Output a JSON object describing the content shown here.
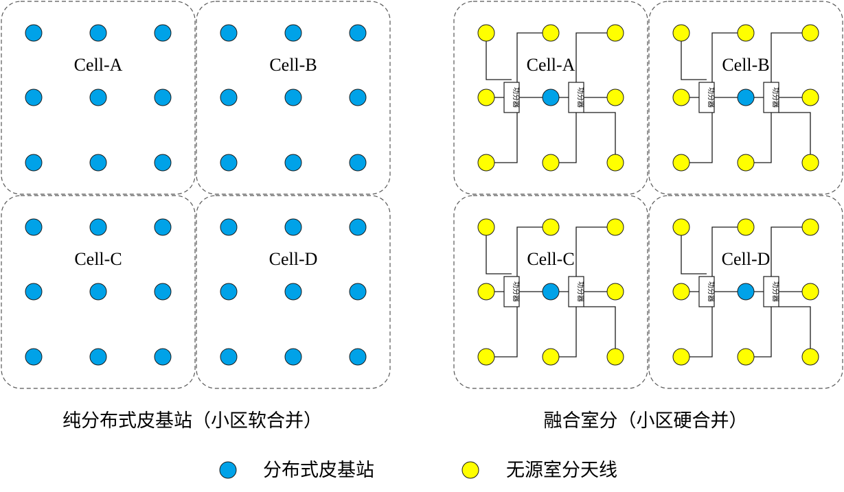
{
  "colors": {
    "base_station": "#00a2e8",
    "passive_antenna": "#ffff00",
    "outline": "#1a1a1a",
    "cell_border": "#555555"
  },
  "left_panel": {
    "caption": "纯分布式皮基站（小区软合并）",
    "cells": [
      {
        "label": "Cell-A"
      },
      {
        "label": "Cell-B"
      },
      {
        "label": "Cell-C"
      },
      {
        "label": "Cell-D"
      }
    ]
  },
  "right_panel": {
    "caption": "融合室分（小区硬合并）",
    "splitter_label": "功分器",
    "cells": [
      {
        "label": "Cell-A"
      },
      {
        "label": "Cell-B"
      },
      {
        "label": "Cell-C"
      },
      {
        "label": "Cell-D"
      }
    ]
  },
  "legend": {
    "items": [
      {
        "label": "分布式皮基站",
        "color": "#00a2e8"
      },
      {
        "label": "无源室分天线",
        "color": "#ffff00"
      }
    ]
  }
}
